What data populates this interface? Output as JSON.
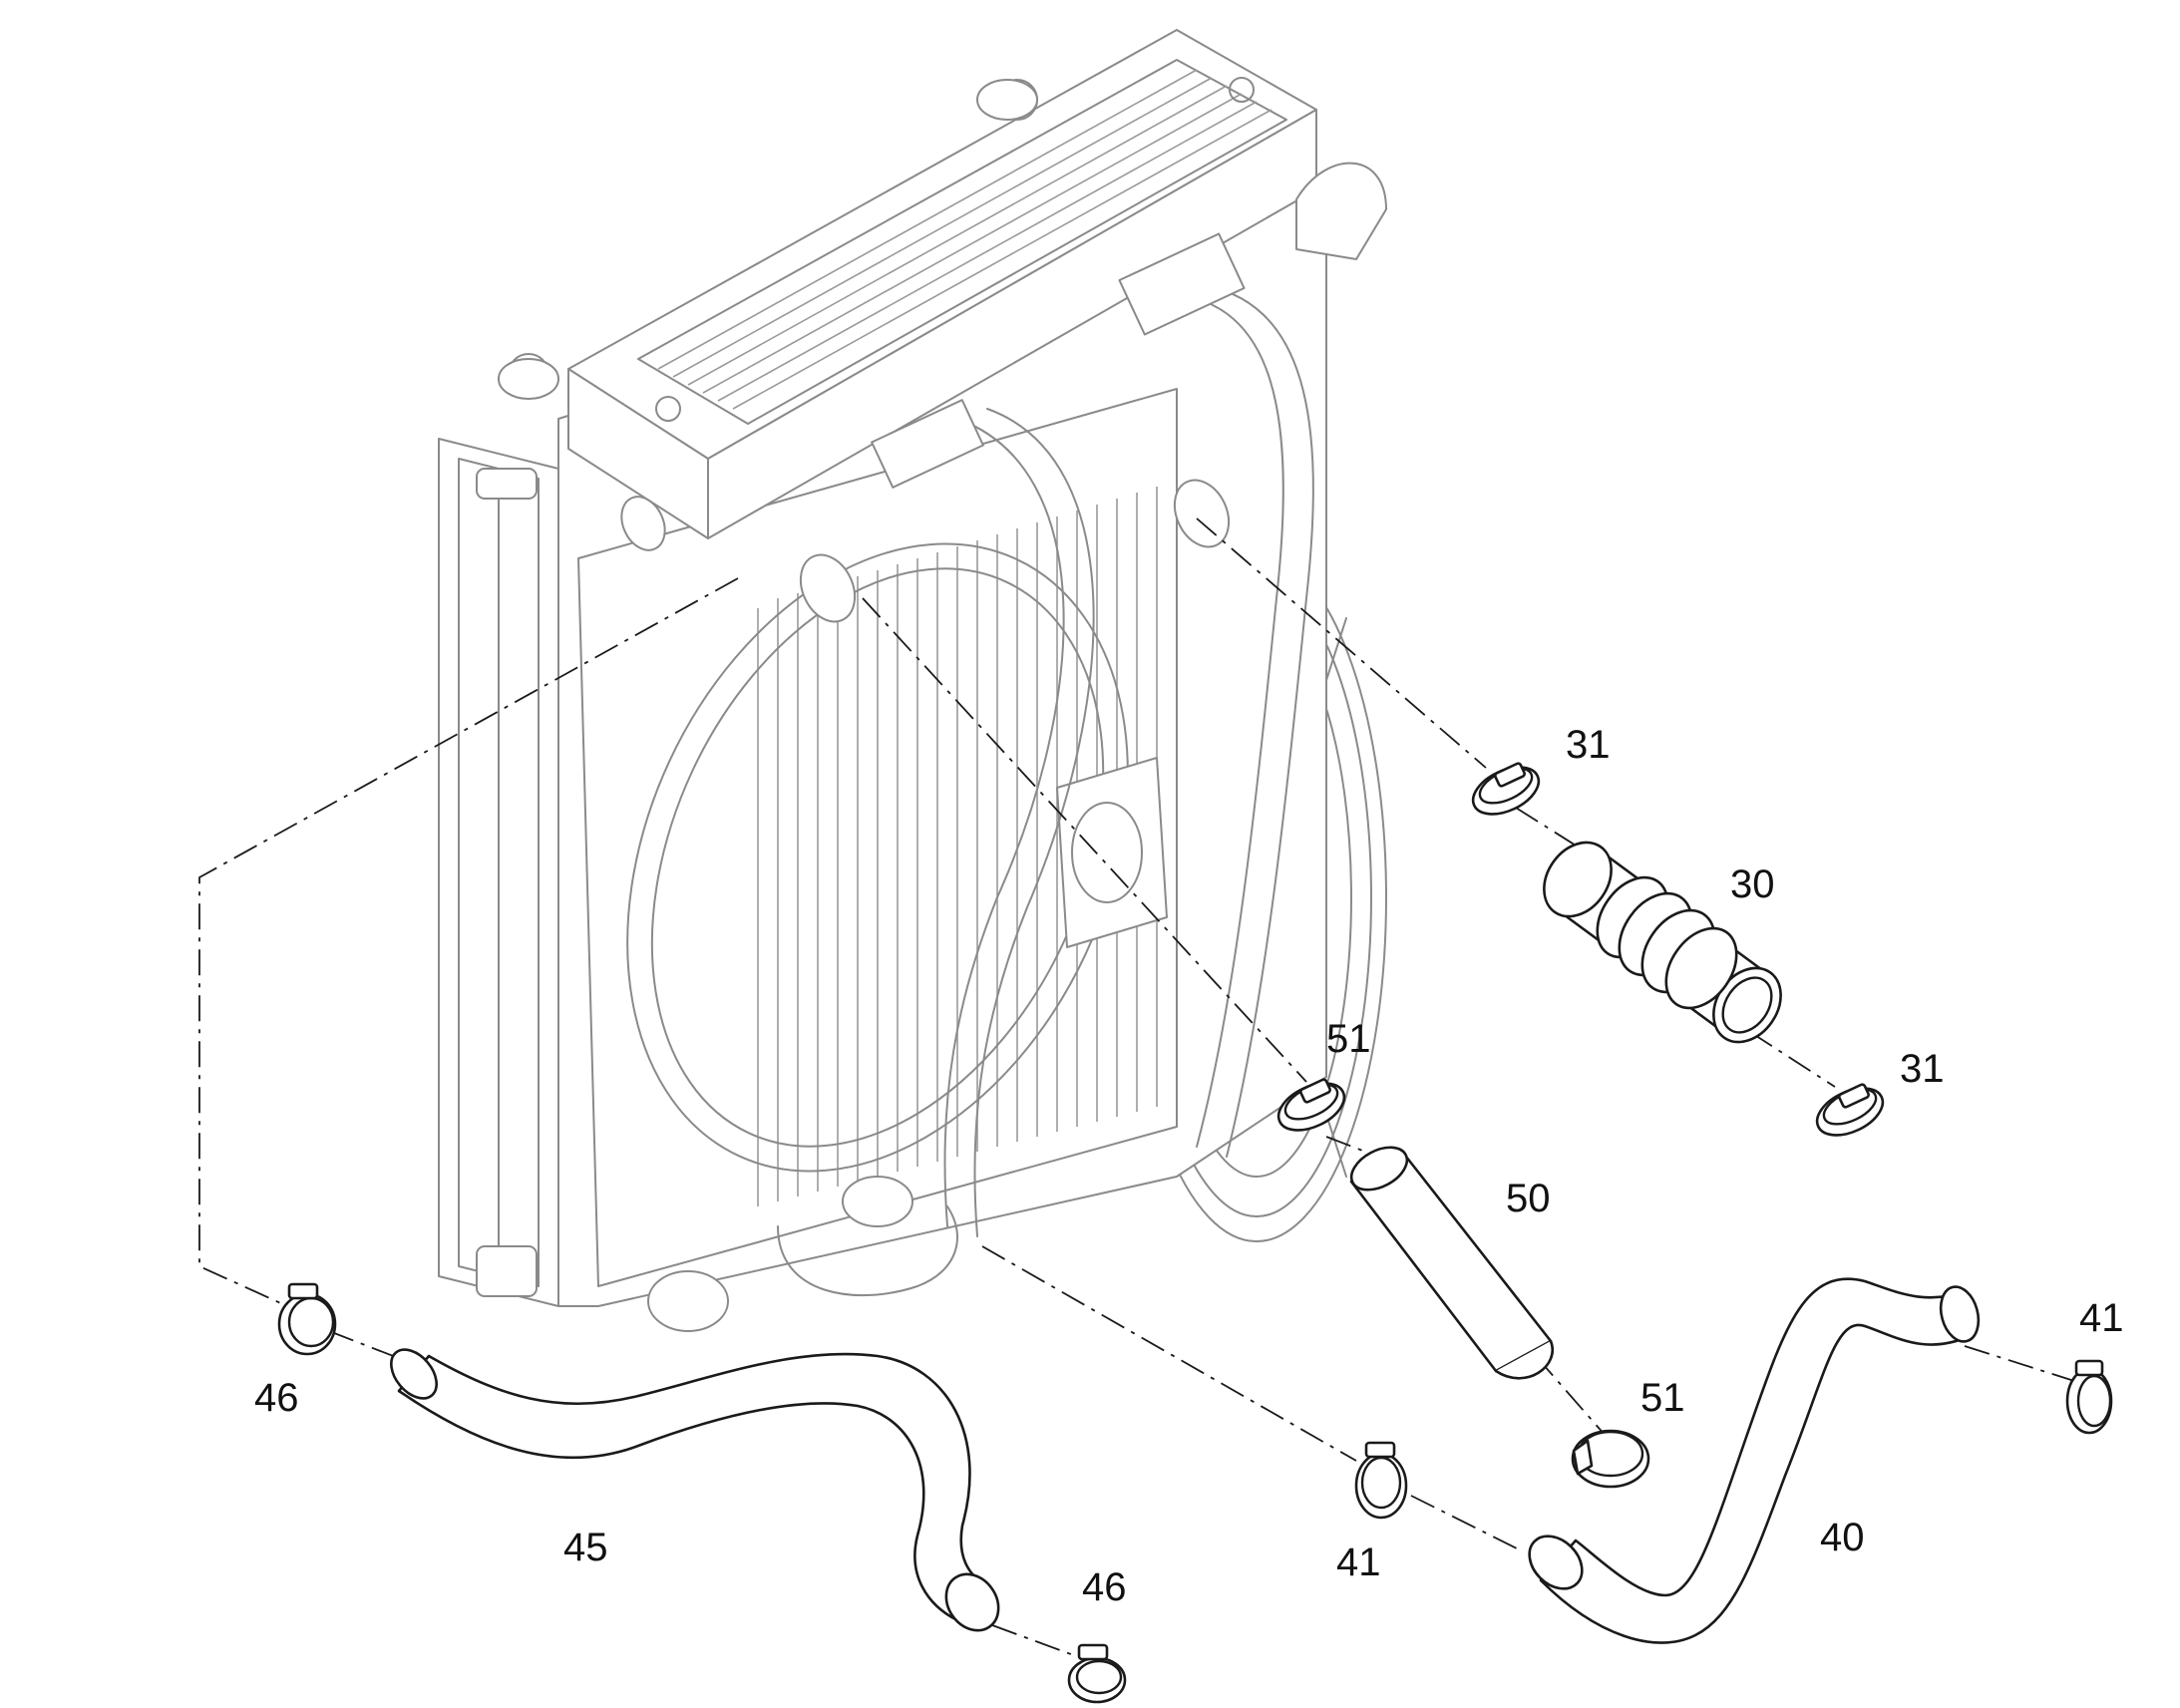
{
  "callouts": [
    {
      "id": "c31a",
      "label": "31"
    },
    {
      "id": "c30",
      "label": "30"
    },
    {
      "id": "c31b",
      "label": "31"
    },
    {
      "id": "c51a",
      "label": "51"
    },
    {
      "id": "c50",
      "label": "50"
    },
    {
      "id": "c51b",
      "label": "51"
    },
    {
      "id": "c41a",
      "label": "41"
    },
    {
      "id": "c41b",
      "label": "41"
    },
    {
      "id": "c40",
      "label": "40"
    },
    {
      "id": "c46a",
      "label": "46"
    },
    {
      "id": "c45",
      "label": "45"
    },
    {
      "id": "c46b",
      "label": "46"
    }
  ]
}
